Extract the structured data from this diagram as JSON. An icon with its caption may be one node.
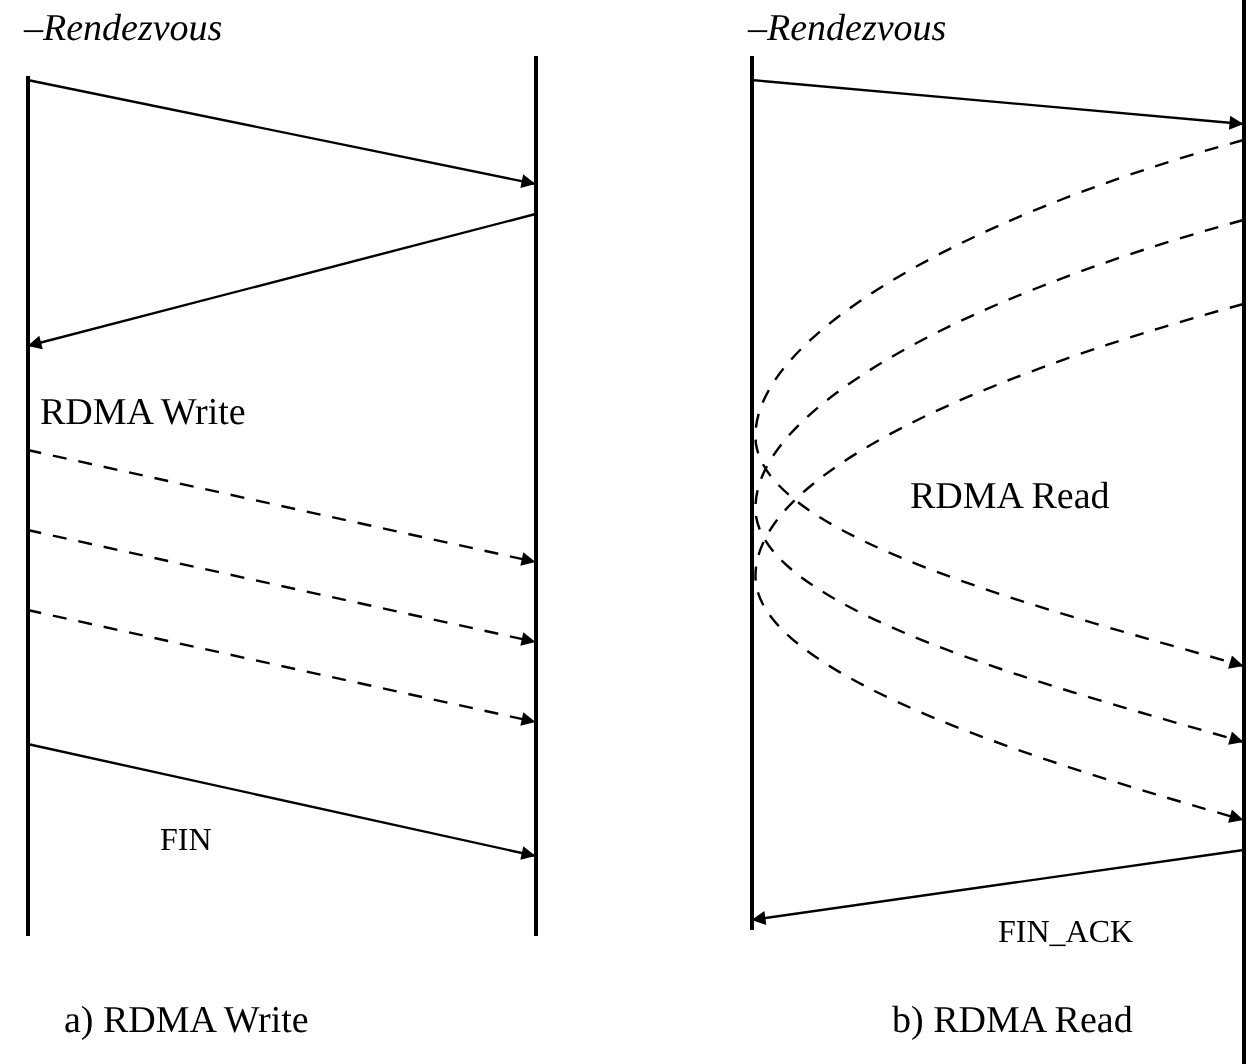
{
  "diagram": {
    "nodes": [
      {
        "text": [],
        "shape": "line"
      },
      {
        "text": [],
        "shape": "line"
      },
      {
        "text": [],
        "shape": "line"
      },
      {
        "text": [],
        "shape": "line"
      }
    ],
    "edges": [
      {
        "from": 0,
        "to": 1,
        "arrow": "to"
      },
      {
        "from": 1,
        "to": 0,
        "arrow": "to"
      },
      {
        "from": 0,
        "to": 1,
        "arrow": "to",
        "style": "dashed"
      },
      {
        "from": 0,
        "to": 1,
        "arrow": "to",
        "style": "dashed"
      },
      {
        "from": 0,
        "to": 1,
        "arrow": "to",
        "style": "dashed"
      },
      {
        "from": 0,
        "to": 1,
        "arrow": "to",
        "label": "FIN"
      },
      {
        "from": 2,
        "to": 3,
        "arrow": "to"
      },
      {
        "from": 3,
        "to": 3,
        "arrow": "to",
        "style": "dashed"
      },
      {
        "from": 3,
        "to": 3,
        "arrow": "to",
        "style": "dashed"
      },
      {
        "from": 3,
        "to": 3,
        "arrow": "to",
        "style": "dashed"
      },
      {
        "from": 3,
        "to": 2,
        "arrow": "to",
        "label": "FIN_ACK"
      }
    ],
    "labels": [
      "–Rendezvous",
      "–Rendezvous",
      "RDMA Write",
      "RDMA Read",
      "a) RDMA Write",
      "b) RDMA Read"
    ]
  }
}
